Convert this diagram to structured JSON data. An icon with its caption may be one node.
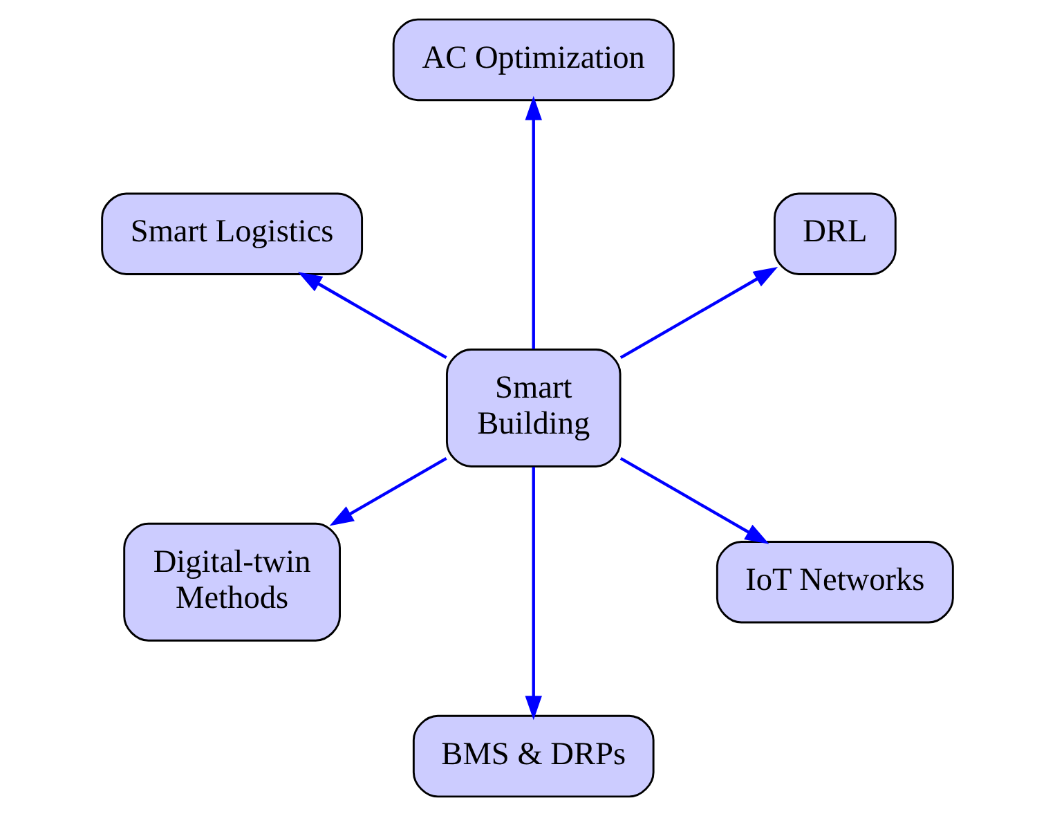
{
  "diagram": {
    "nodes": [
      {
        "text": [
          "AC Optimization"
        ]
      },
      {
        "text": [
          "Smart Logistics"
        ]
      },
      {
        "text": [
          "DRL"
        ]
      },
      {
        "text": [
          "Smart Building"
        ]
      },
      {
        "text": [
          "Digital-twin Methods"
        ]
      },
      {
        "text": [
          "BMS & DRPs"
        ]
      },
      {
        "text": [
          "IoT Networks"
        ]
      }
    ],
    "edges": [
      {
        "from": 3,
        "to": 0,
        "arrow": "to"
      },
      {
        "from": 3,
        "to": 1,
        "arrow": "to"
      },
      {
        "from": 3,
        "to": 2,
        "arrow": "to"
      },
      {
        "from": 3,
        "to": 4,
        "arrow": "to"
      },
      {
        "from": 3,
        "to": 5,
        "arrow": "to"
      },
      {
        "from": 3,
        "to": 6,
        "arrow": "to"
      }
    ]
  }
}
